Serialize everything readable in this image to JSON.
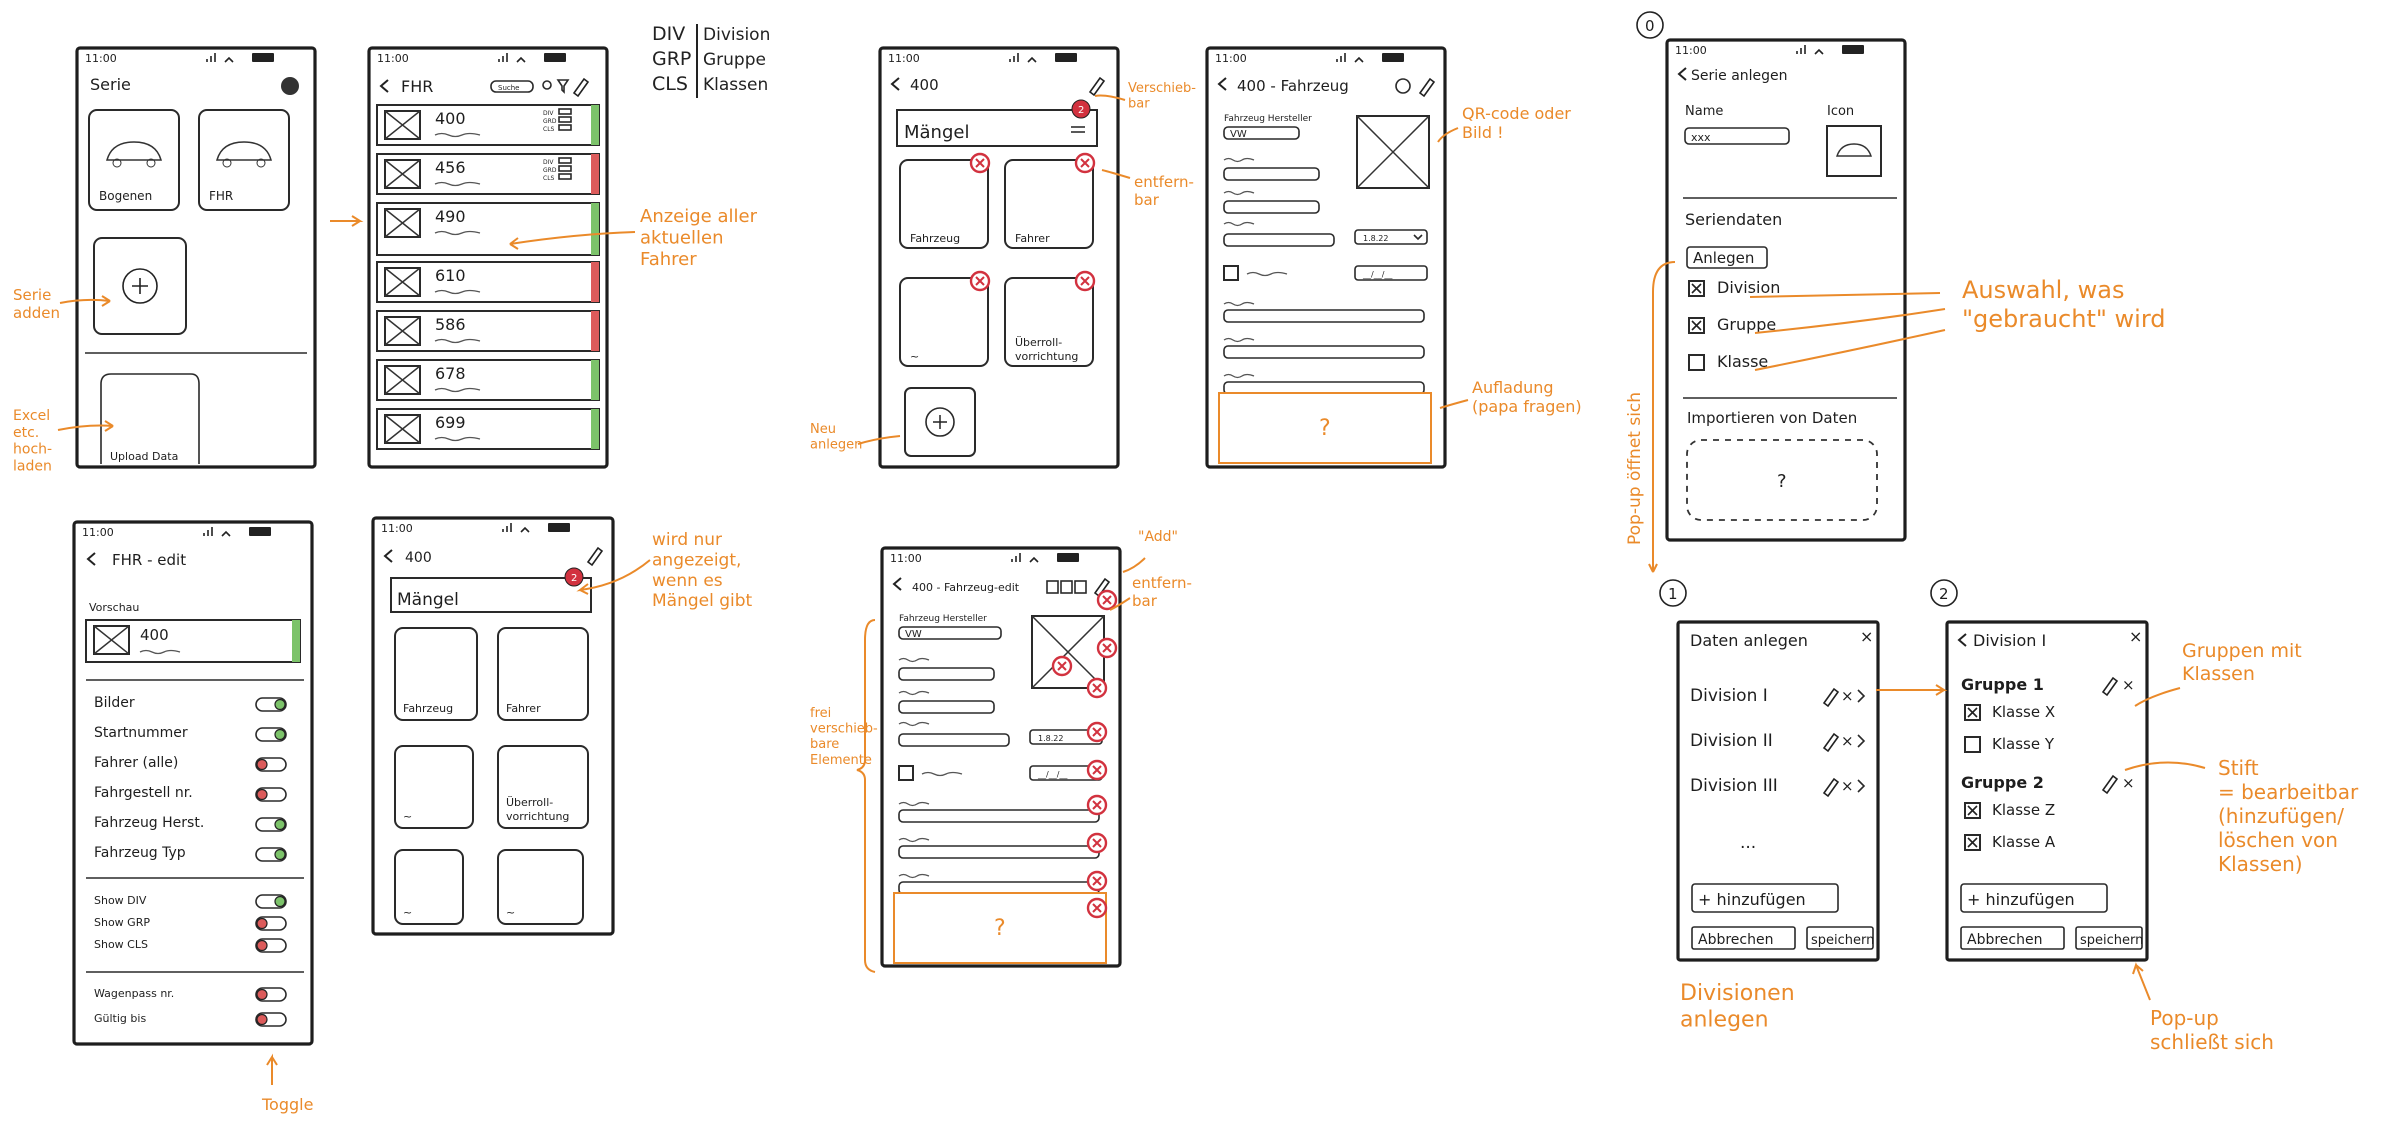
{
  "status": {
    "time": "11:00"
  },
  "legend": {
    "abbr": [
      "DIV",
      "GRP",
      "CLS"
    ],
    "full": [
      "Division",
      "Gruppe",
      "Klassen"
    ]
  },
  "badge_count": "2",
  "placeholder_mark": "?",
  "s1": {
    "title": "Serie",
    "tiles": [
      "Bogenen",
      "FHR"
    ],
    "upload": "Upload Data"
  },
  "s2": {
    "title": "FHR",
    "search": "Suche",
    "rows": [
      "400",
      "456",
      "490",
      "610",
      "586",
      "678",
      "699"
    ],
    "row_status": [
      "green",
      "red",
      "green",
      "red",
      "red",
      "green",
      "green"
    ],
    "row_tags": [
      "DIV",
      "GRD",
      "CLS"
    ]
  },
  "s3": {
    "title": "400",
    "section": "Mängel",
    "tiles": [
      "Fahrzeug",
      "Fahrer",
      "~",
      "Überroll-\nvorrichtung"
    ]
  },
  "s4": {
    "title": "400 - Fahrzeug",
    "label": "Fahrzeug Hersteller",
    "value": "VW",
    "date": "1.8.22",
    "date2": "__/__/__"
  },
  "s5": {
    "title": "FHR - edit",
    "preview": "Vorschau",
    "preview_row": "400",
    "toggles1": [
      "Bilder",
      "Startnummer",
      "Fahrer (alle)",
      "Fahrgestell nr.",
      "Fahrzeug Herst.",
      "Fahrzeug Typ"
    ],
    "toggles1_state": [
      "on",
      "on",
      "off",
      "off",
      "on",
      "on"
    ],
    "toggles2": [
      "Show DIV",
      "Show GRP",
      "Show CLS"
    ],
    "toggles2_state": [
      "on",
      "off",
      "off"
    ],
    "toggles3": [
      "Wagenpass nr.",
      "Gültig bis"
    ],
    "toggles3_state": [
      "off",
      "off"
    ]
  },
  "s6": {
    "title": "400",
    "section": "Mängel",
    "tiles": [
      "Fahrzeug",
      "Fahrer",
      "~",
      "Überroll-\nvorrichtung",
      "~",
      "~"
    ]
  },
  "s7": {
    "title": "400 - Fahrzeug-edit",
    "label": "Fahrzeug Hersteller",
    "value": "VW",
    "date": "1.8.22",
    "date2": "__/__/__"
  },
  "s8": {
    "title": "Serie anlegen",
    "name_label": "Name",
    "name_value": "xxx",
    "icon_label": "Icon",
    "series_data": "Seriendaten",
    "create_btn": "Anlegen",
    "checks": [
      "Division",
      "Gruppe",
      "Klasse"
    ],
    "checks_state": [
      true,
      true,
      false
    ],
    "import": "Importieren von Daten"
  },
  "d1": {
    "title": "Daten anlegen",
    "items": [
      "Division I",
      "Division II",
      "Division III",
      "..."
    ],
    "add": "+ hinzufügen",
    "cancel": "Abbrechen",
    "save": "speichern"
  },
  "d2": {
    "title": "Division I",
    "groups": [
      {
        "name": "Gruppe 1",
        "classes": [
          "Klasse X",
          "Klasse Y"
        ],
        "checked": [
          true,
          false
        ]
      },
      {
        "name": "Gruppe 2",
        "classes": [
          "Klasse Z",
          "Klasse A"
        ],
        "checked": [
          true,
          true
        ]
      }
    ],
    "add": "+ hinzufügen",
    "cancel": "Abbrechen",
    "save": "speichern"
  },
  "steps": [
    "0",
    "1",
    "2"
  ],
  "notes": {
    "serie_adden": "Serie\nadden",
    "excel": "Excel\netc.\nhoch-\nladen",
    "anzeige": "Anzeige aller\naktuellen\nFahrer",
    "verschiebbar": "Verschieb-\nbar",
    "entfernbar": "entfern-\nbar",
    "neu_anlegen": "Neu\nanlegen",
    "qr": "QR-code oder\nBild !",
    "aufladung": "Aufladung\n(papa fragen)",
    "nur_angezeigt": "wird nur\nangezeigt,\nwenn es\nMängel gibt",
    "toggle": "Toggle",
    "add": "\"Add\"",
    "entfernbar2": "entfern-\nbar",
    "frei": "frei\nverschieb-\nbare\nElemente",
    "popup_oeffnet": "Pop-up öffnet sich",
    "auswahl": "Auswahl, was\n\"gebraucht\" wird",
    "divisionen_anlegen": "Divisionen\nanlegen",
    "gruppen": "Gruppen mit\nKlassen",
    "stift": "Stift\n= bearbeitbar\n(hinzufügen/\nlöschen von\nKlassen)",
    "popup_schliesst": "Pop-up\nschließt sich"
  },
  "colors": {
    "annotation": "#ea8a2a",
    "green": "#7cc36a",
    "red": "#dc5b5b",
    "badge": "#d2323f",
    "ink": "#1e1e1e"
  }
}
